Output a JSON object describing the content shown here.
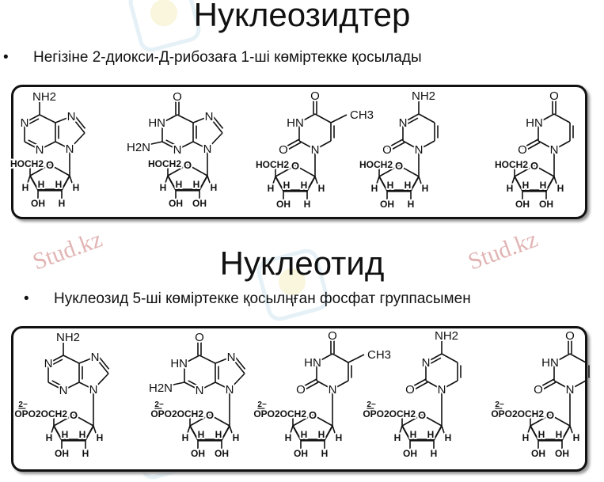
{
  "slide1": {
    "title": "Нуклеозидтер",
    "bullet": "Негізіне 2-диокси-Д-рибозаға 1-ші көміртекке қосылады"
  },
  "slide2": {
    "title": "Нуклеотид",
    "bullet": "Нуклеозид 5-ші көміртекке қосылңған фосфат группасымен"
  },
  "bullet_symbol": "•",
  "watermark": "Stud.kz",
  "nucleosides": [
    {
      "kind": "purine",
      "top": "NH2",
      "top_double": false,
      "n1": "N",
      "n1_double": true,
      "n3": "N",
      "n7": "N",
      "n9": "N",
      "c2_sub": "",
      "sugar_5": "HOCH2",
      "sugar_2": "H",
      "sugar_3": "OH"
    },
    {
      "kind": "purine",
      "top": "O",
      "top_double": true,
      "n1": "HN",
      "n1_double": false,
      "n3": "N",
      "n7": "N",
      "n9": "N",
      "c2_sub": "H2N",
      "sugar_5": "HOCH2",
      "sugar_2": "OH",
      "sugar_3": "OH"
    },
    {
      "kind": "pyrimidine",
      "top": "O",
      "top_double": true,
      "n3": "HN",
      "n3_double": false,
      "n1": "N",
      "c2_sub": "O",
      "c5_sub": "CH3",
      "sugar_5": "HOCH2",
      "sugar_2": "H",
      "sugar_3": "OH"
    },
    {
      "kind": "pyrimidine",
      "top": "NH2",
      "top_double": false,
      "n3": "N",
      "n3_double": true,
      "n1": "N",
      "c2_sub": "O",
      "c5_sub": "",
      "sugar_5": "HOCH2",
      "sugar_2": "H",
      "sugar_3": "OH"
    },
    {
      "kind": "pyrimidine",
      "top": "O",
      "top_double": true,
      "n3": "HN",
      "n3_double": false,
      "n1": "N",
      "c2_sub": "O",
      "c5_sub": "",
      "sugar_5": "HOCH2",
      "sugar_2": "OH",
      "sugar_3": "OH"
    }
  ],
  "nucleotides": [
    {
      "kind": "purine",
      "top": "NH2",
      "top_double": false,
      "n1": "N",
      "n1_double": true,
      "n3": "N",
      "n7": "N",
      "n9": "N",
      "c2_sub": "",
      "sugar_5": "OPO2OCH2",
      "charge": "2−",
      "sugar_2": "H",
      "sugar_3": "OH"
    },
    {
      "kind": "purine",
      "top": "O",
      "top_double": true,
      "n1": "HN",
      "n1_double": false,
      "n3": "N",
      "n7": "N",
      "n9": "N",
      "c2_sub": "H2N",
      "sugar_5": "OPO2OCH2",
      "charge": "2−",
      "sugar_2": "OH",
      "sugar_3": "OH"
    },
    {
      "kind": "pyrimidine",
      "top": "O",
      "top_double": true,
      "n3": "HN",
      "n3_double": false,
      "n1": "N",
      "c2_sub": "O",
      "c5_sub": "CH3",
      "sugar_5": "OPO2OCH2",
      "charge": "2−",
      "sugar_2": "H",
      "sugar_3": "OH"
    },
    {
      "kind": "pyrimidine",
      "top": "NH2",
      "top_double": false,
      "n3": "N",
      "n3_double": true,
      "n1": "N",
      "c2_sub": "O",
      "c5_sub": "",
      "sugar_5": "OPO2OCH2",
      "charge": "2−",
      "sugar_2": "H",
      "sugar_3": "OH"
    },
    {
      "kind": "pyrimidine",
      "top": "O",
      "top_double": true,
      "n3": "HN",
      "n3_double": false,
      "n1": "N",
      "c2_sub": "O",
      "c5_sub": "",
      "sugar_5": "OPO2OCH2",
      "charge": "2−",
      "sugar_2": "OH",
      "sugar_3": "OH"
    }
  ]
}
